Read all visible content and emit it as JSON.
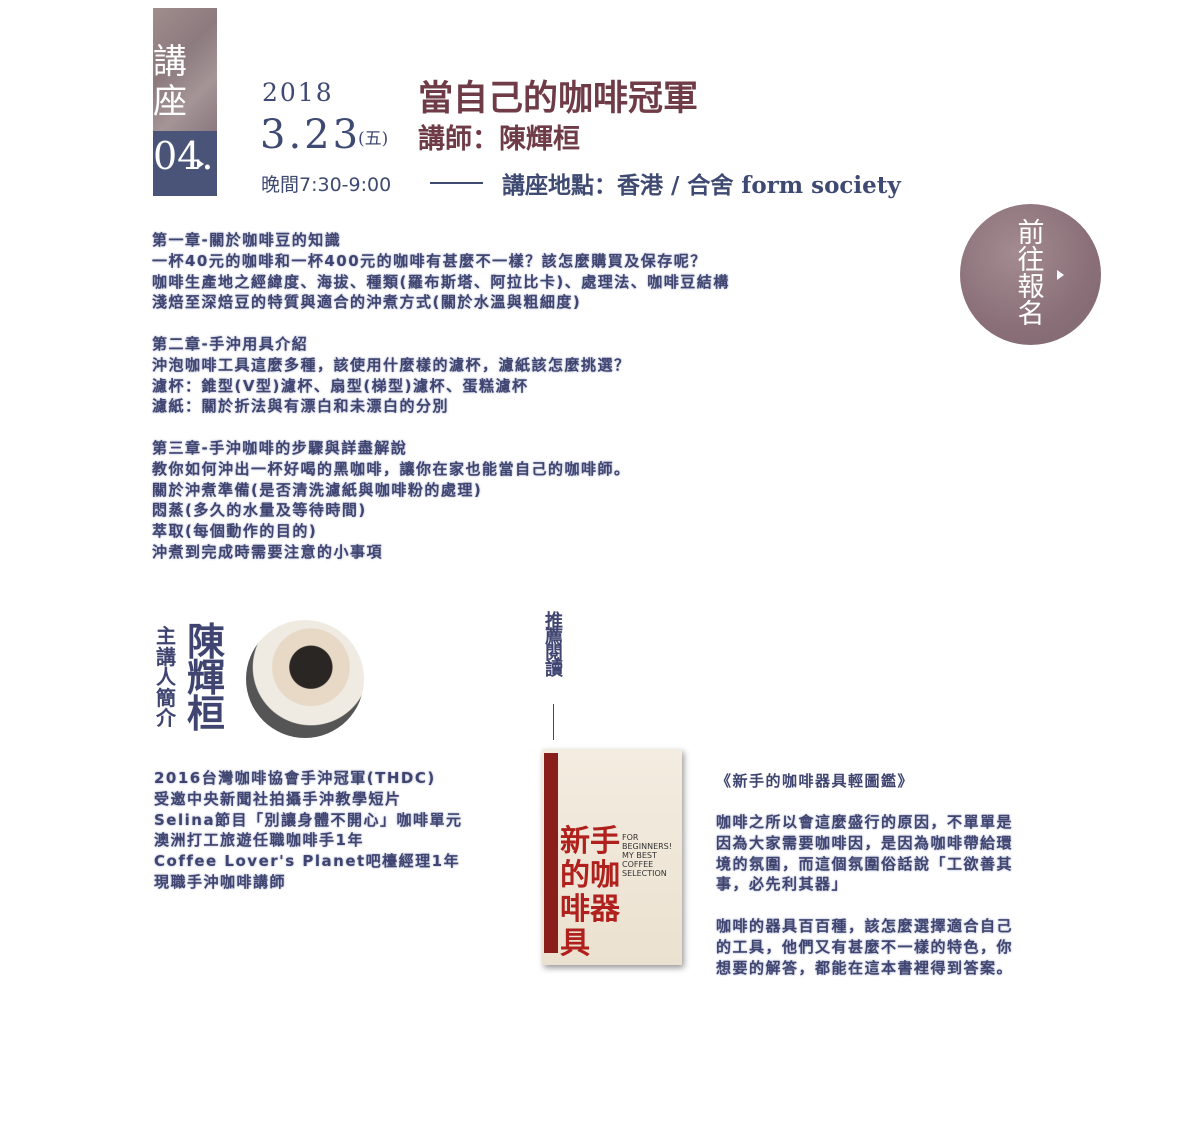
{
  "tag": {
    "word": "講座",
    "number": "04."
  },
  "event": {
    "year": "2018",
    "date": "3.23",
    "weekday": "(五)",
    "title": "當自己的咖啡冠軍",
    "speaker_line": "講師：陳輝桓",
    "time": "晚間7:30-9:00",
    "venue": "講座地點：香港 / 合舍 form society"
  },
  "register": {
    "label": "前往報名"
  },
  "outline": [
    {
      "heading": "第一章-關於咖啡豆的知識",
      "lines": [
        "一杯40元的咖啡和一杯400元的咖啡有甚麼不一樣？該怎麼購買及保存呢？",
        "咖啡生產地之經緯度、海拔、種類(羅布斯塔、阿拉比卡)、處理法、咖啡豆結構",
        "淺焙至深焙豆的特質與適合的沖煮方式(關於水溫與粗細度)"
      ]
    },
    {
      "heading": "第二章-手沖用具介紹",
      "lines": [
        "沖泡咖啡工具這麼多種，該使用什麼樣的濾杯，濾紙該怎麼挑選？",
        "濾杯：錐型(V型)濾杯、扇型(梯型)濾杯、蛋糕濾杯",
        "濾紙：關於折法與有漂白和未漂白的分別"
      ]
    },
    {
      "heading": "第三章-手沖咖啡的步驟與詳盡解說",
      "lines": [
        "教你如何沖出一杯好喝的黑咖啡，讓你在家也能當自己的咖啡師。",
        "關於沖煮準備(是否清洗濾紙與咖啡粉的處理)",
        "悶蒸(多久的水量及等待時間)",
        "萃取(每個動作的目的)",
        "沖煮到完成時需要注意的小事項"
      ]
    }
  ],
  "speaker": {
    "label": "主講人簡介",
    "name": "陳輝桓",
    "bio": [
      "2016台灣咖啡協會手沖冠軍(THDC)",
      "受邀中央新聞社拍攝手沖教學短片",
      "Selina節目「別讓身體不開心」咖啡單元",
      "澳洲打工旅遊任職咖啡手1年",
      "Coffee Lover's Planet吧檯經理1年",
      "現職手沖咖啡講師"
    ]
  },
  "recommend": {
    "label": "推薦閱讀",
    "book_cover_title": "新手的咖啡器具",
    "book_cover_en": "FOR BEGINNERS! MY BEST COFFEE SELECTION",
    "book_title": "《新手的咖啡器具輕圖鑑》",
    "paragraphs": [
      "咖啡之所以會這麼盛行的原因，不單單是因為大家需要咖啡因，是因為咖啡帶給環境的氛圍，而這個氛圍俗話說「工欲善其事，必先利其器」",
      "咖啡的器具百百種，該怎麼選擇適合自己的工具，他們又有甚麼不一樣的特色，你想要的解答，都能在這本書裡得到答案。"
    ]
  }
}
